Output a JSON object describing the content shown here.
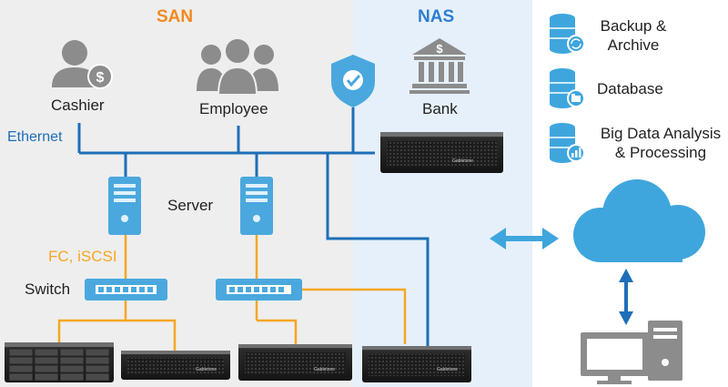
{
  "zones": {
    "san_label": "SAN",
    "nas_label": "NAS"
  },
  "users": {
    "cashier_label": "Cashier",
    "employee_label": "Employee",
    "bank_label": "Bank"
  },
  "network": {
    "ethernet_label": "Ethernet",
    "server_label": "Server",
    "fc_label": "FC, iSCSI",
    "switch_label": "Switch",
    "storage_brand": "Gabletone"
  },
  "services": [
    {
      "label": "Backup &\nArchive",
      "icon": "database-sync-icon"
    },
    {
      "label": "Database",
      "icon": "database-folder-icon"
    },
    {
      "label": "Big Data Analysis\n& Processing",
      "icon": "database-chart-icon"
    }
  ],
  "colors": {
    "san_bg": "#eeeeee",
    "nas_bg": "#e6f0fb",
    "san_title": "#f08a1e",
    "nas_title": "#2e7dd1",
    "ethernet_line": "#1d6fb8",
    "fc_line": "#f5a623",
    "device_blue": "#4aa8de",
    "cloud_blue": "#3ea6dd",
    "icon_gray": "#8c8c8c"
  }
}
